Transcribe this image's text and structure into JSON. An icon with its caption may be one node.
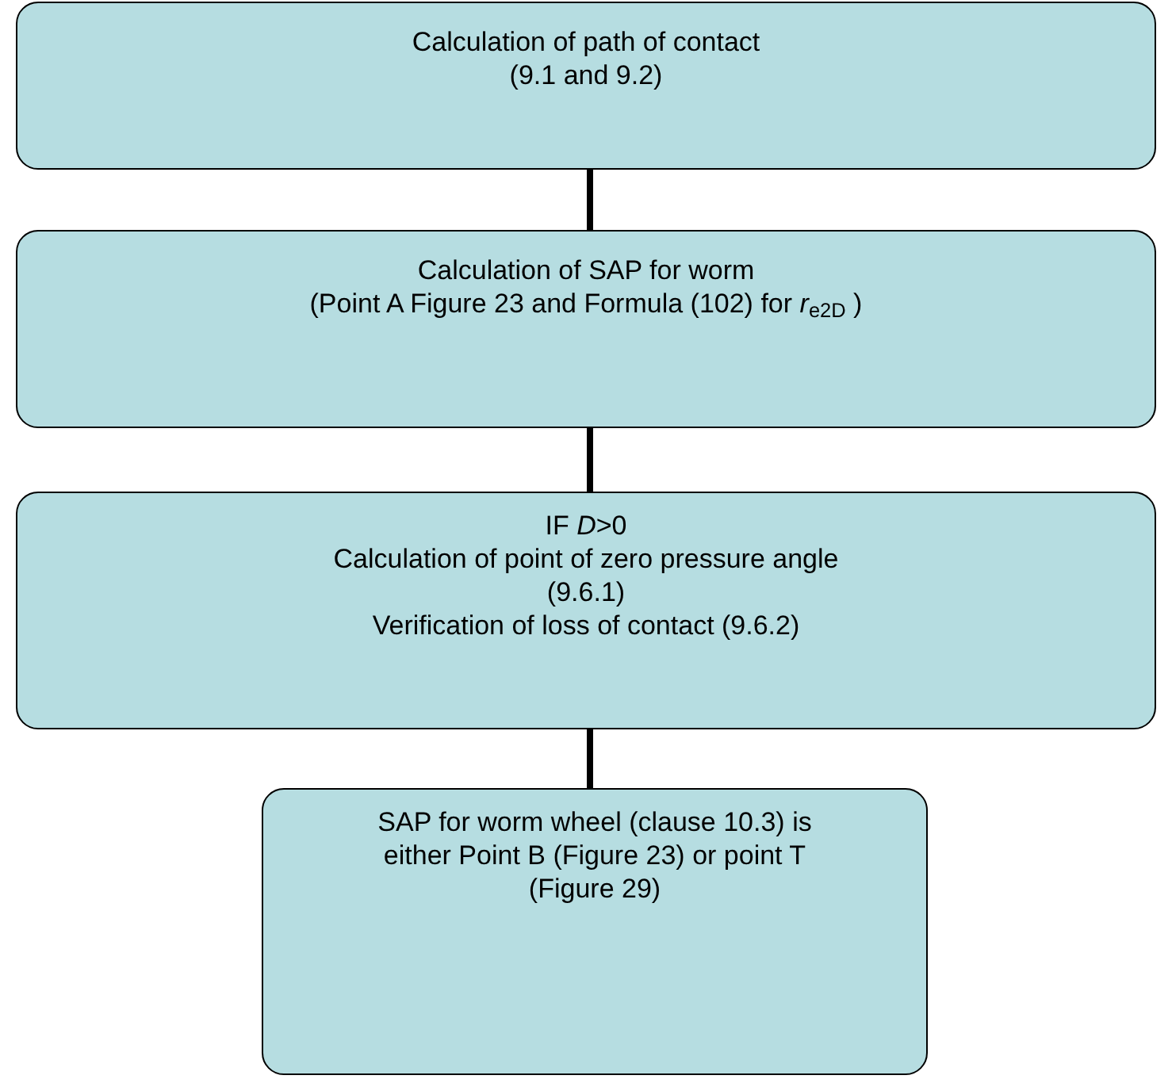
{
  "diagram": {
    "nodes": [
      {
        "text": [
          "Calculation of path of contact",
          "(9.1 and 9.2)"
        ]
      },
      {
        "text": [
          "Calculation of SAP for worm",
          "(Point A Figure 23 and Formula (102) for *r*$_{e2D}$ )"
        ]
      },
      {
        "text": [
          "IF *D*>0",
          "Calculation of point of zero pressure angle",
          "(9.6.1)",
          "Verification of loss of contact (9.6.2)"
        ]
      },
      {
        "text": [
          "SAP for worm wheel (clause 10.3) is either Point B (Figure 23) or point T (Figure 29)"
        ]
      }
    ],
    "edges": [
      {
        "from": 0,
        "to": 1,
        "arrow": "none"
      },
      {
        "from": 1,
        "to": 2,
        "arrow": "none"
      },
      {
        "from": 2,
        "to": 3,
        "arrow": "none"
      }
    ]
  }
}
